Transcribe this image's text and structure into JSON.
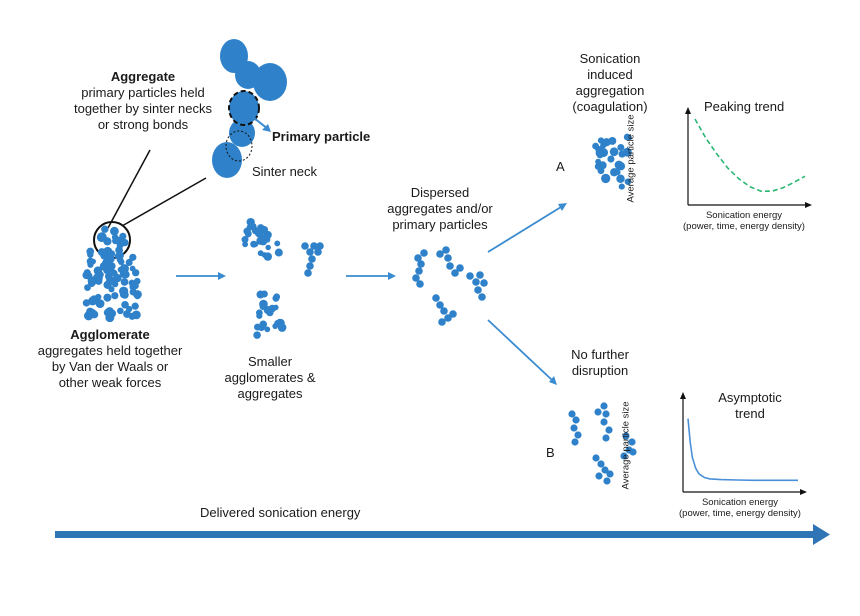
{
  "aggregate": {
    "title": "Aggregate",
    "lines": [
      "primary particles held",
      "together by sinter necks",
      "or strong bonds"
    ]
  },
  "primary_particle": "Primary particle",
  "sinter_neck": "Sinter neck",
  "agglomerate": {
    "title": "Agglomerate",
    "lines": [
      "aggregates held together",
      "by Van der Waals or",
      "other weak forces"
    ]
  },
  "smaller": [
    "Smaller",
    "agglomerates &",
    "aggregates"
  ],
  "dispersed": [
    "Dispersed",
    "aggregates and/or",
    "primary particles"
  ],
  "sonication_induced": [
    "Sonication",
    "induced",
    "aggregation",
    "(coagulation)"
  ],
  "no_further": [
    "No further",
    "disruption"
  ],
  "branch_a": "A",
  "branch_b": "B",
  "delivered": "Delivered sonication energy",
  "chart_data": [
    {
      "type": "line",
      "title": "Peaking trend",
      "ylabel": "Average particle size",
      "xlabel": "Sonication energy",
      "xlabel2": "(power, time, energy density)",
      "line_style": "dashed",
      "color": "#2bb673",
      "x": [
        0,
        0.1,
        0.2,
        0.3,
        0.4,
        0.5,
        0.6,
        0.7,
        0.8,
        0.9,
        1.0
      ],
      "y": [
        0.92,
        0.7,
        0.52,
        0.36,
        0.24,
        0.15,
        0.1,
        0.1,
        0.14,
        0.2,
        0.27
      ]
    },
    {
      "type": "line",
      "title": "Asymptotic trend",
      "ylabel": "Average particle size",
      "xlabel": "Sonication energy",
      "xlabel2": "(power, time, energy density)",
      "line_style": "solid",
      "color": "#4a90d9",
      "x": [
        0,
        0.02,
        0.04,
        0.07,
        0.1,
        0.15,
        0.2,
        0.3,
        0.45,
        0.6,
        0.8,
        1.0
      ],
      "y": [
        0.95,
        0.62,
        0.4,
        0.25,
        0.17,
        0.12,
        0.1,
        0.09,
        0.085,
        0.08,
        0.08,
        0.08
      ]
    }
  ],
  "colors": {
    "particle": "#2f82c9",
    "arrow": "#3a8bd0",
    "line": "#111111"
  }
}
